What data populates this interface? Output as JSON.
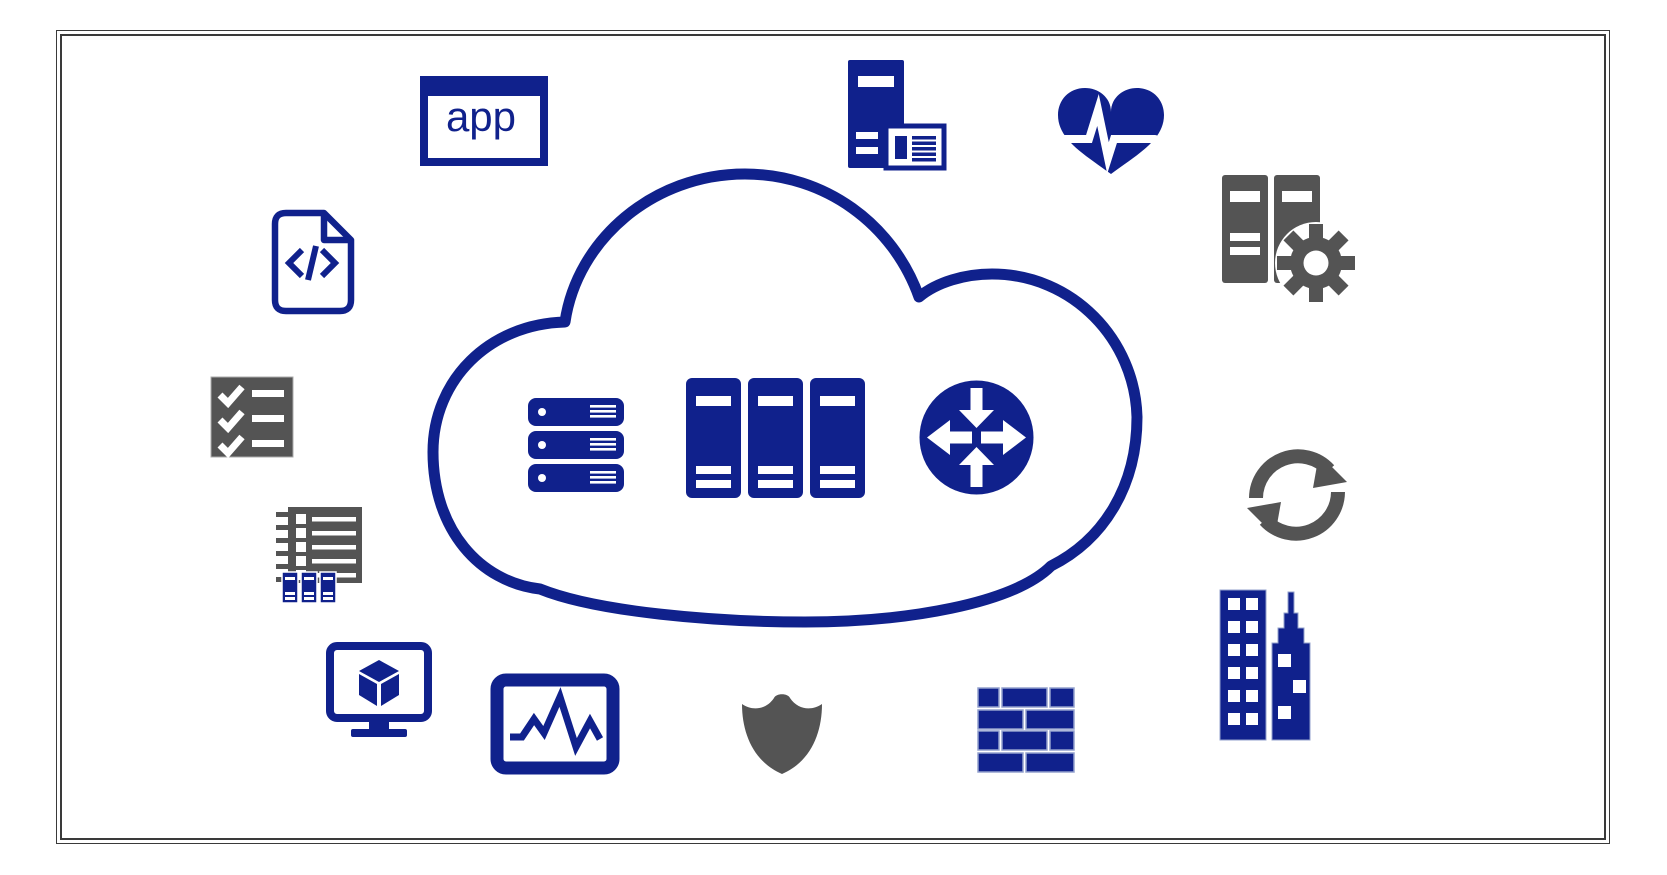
{
  "colors": {
    "blue": "#10218c",
    "gray": "#545454",
    "brick_border": "#93a1cd",
    "frame_border": "#3a3a3a",
    "bg": "#ffffff"
  },
  "app_window": {
    "label": "app"
  },
  "icons": {
    "app_window": "app-window",
    "server_with_card": "server-tower-with-card",
    "health_heart": "heart-with-pulse",
    "managed_servers": "servers-with-gear",
    "code_file": "code-document",
    "cloud": "cloud-outline",
    "server_stack": "stacked-rack-servers",
    "server_racks": "three-server-racks",
    "router": "router-circle-arrows",
    "checklist": "checklist-board",
    "backlog_servers": "task-list-with-mini-servers",
    "sync": "sync-arrows",
    "buildings": "city-buildings",
    "vm_monitor": "monitor-with-cube",
    "metrics_monitor": "monitor-with-line-chart",
    "shield": "security-shield",
    "firewall": "firewall-bricks"
  }
}
